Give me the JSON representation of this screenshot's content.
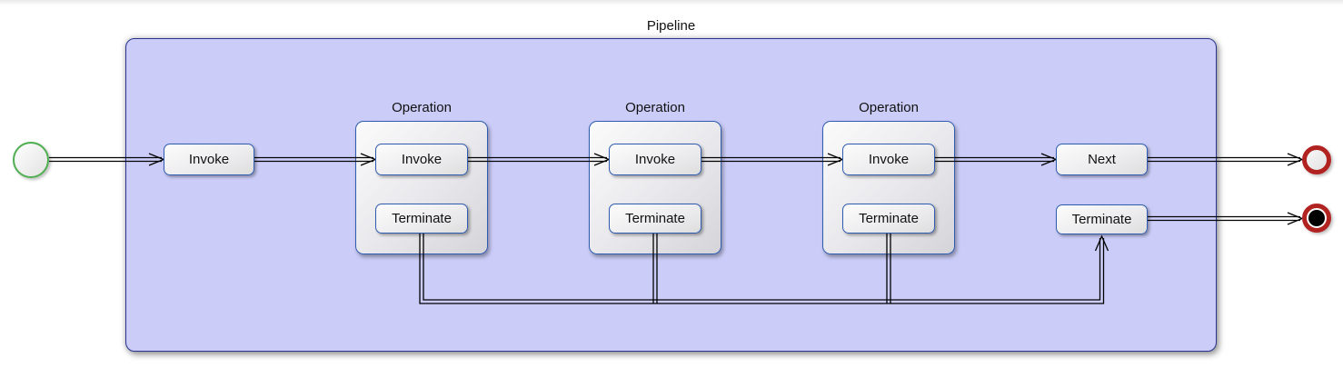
{
  "diagram": {
    "title": "Pipeline",
    "entry_action": {
      "label": "Invoke"
    },
    "operations": [
      {
        "label": "Operation",
        "invoke_label": "Invoke",
        "terminate_label": "Terminate"
      },
      {
        "label": "Operation",
        "invoke_label": "Invoke",
        "terminate_label": "Terminate"
      },
      {
        "label": "Operation",
        "invoke_label": "Invoke",
        "terminate_label": "Terminate"
      }
    ],
    "next_action": {
      "label": "Next"
    },
    "terminate_action": {
      "label": "Terminate"
    },
    "colors": {
      "container_fill": "#cbcdf8",
      "container_border": "#2a3490",
      "box_border": "#2f5cb0",
      "start_border": "#4fae4f",
      "end_border": "#b12321",
      "line": "#000000"
    }
  }
}
